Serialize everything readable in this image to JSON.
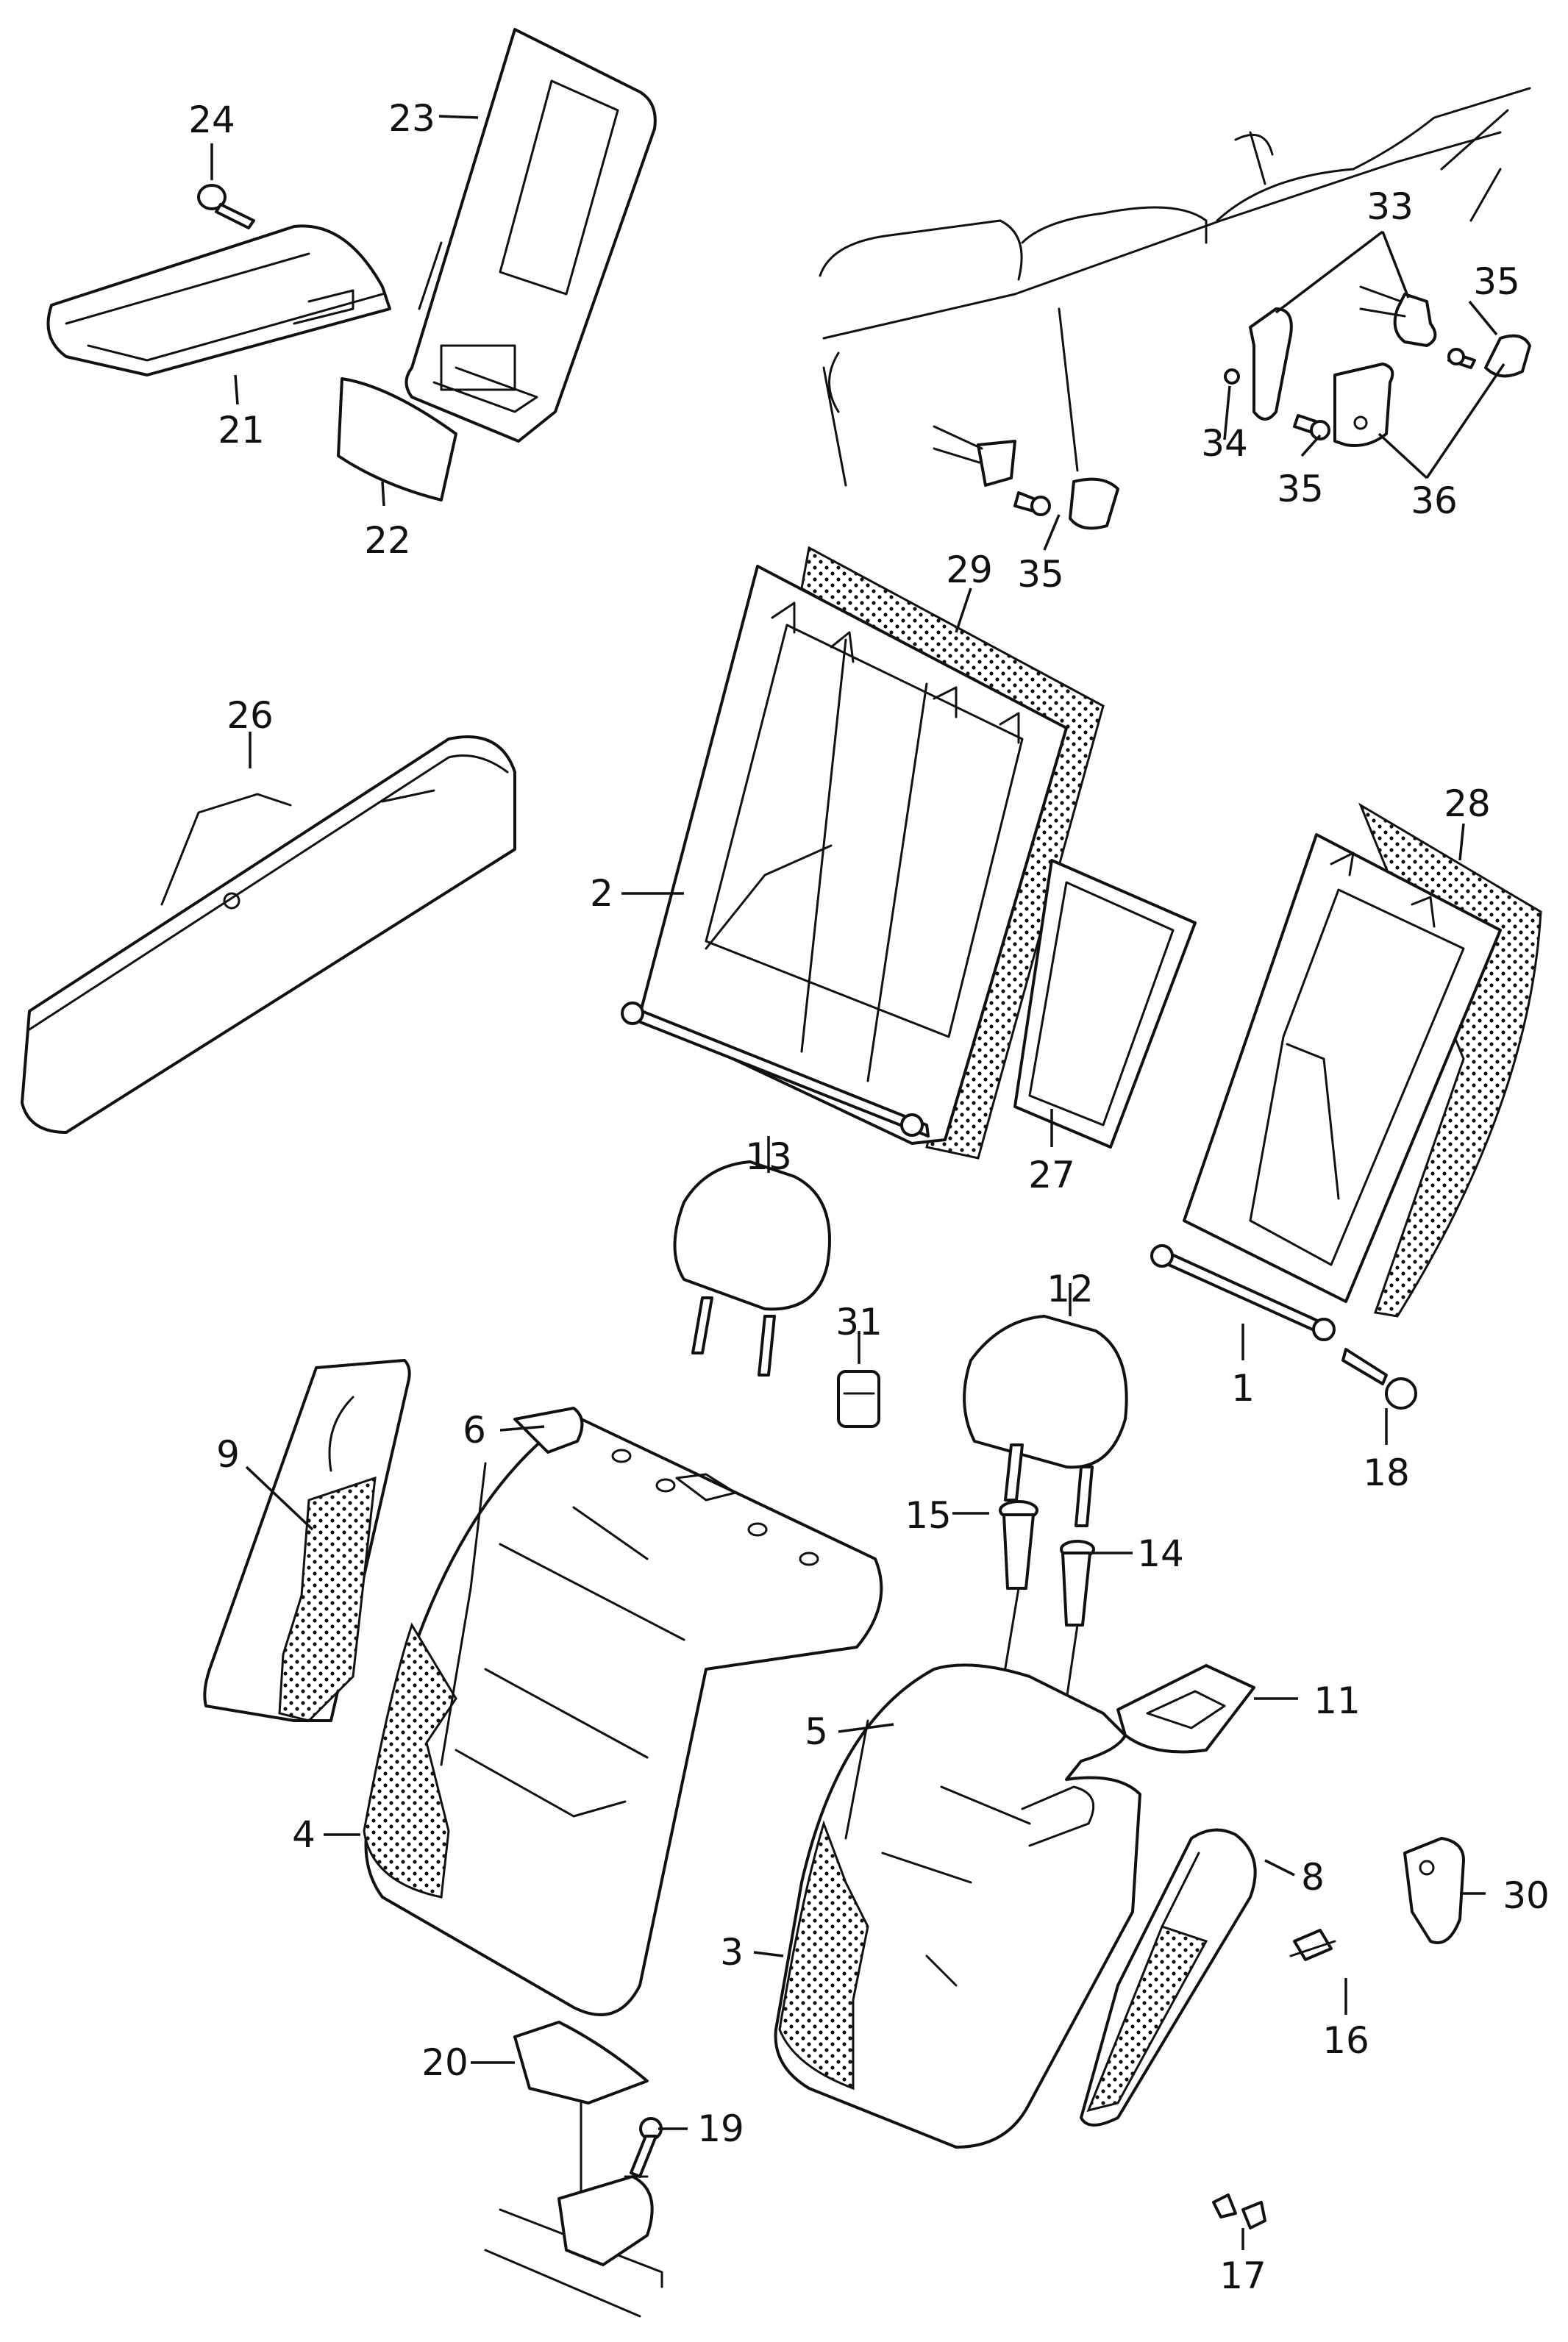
{
  "diagram": {
    "callouts": [
      {
        "id": "c24",
        "label": "24"
      },
      {
        "id": "c23",
        "label": "23"
      },
      {
        "id": "c21",
        "label": "21"
      },
      {
        "id": "c22",
        "label": "22"
      },
      {
        "id": "c33",
        "label": "33"
      },
      {
        "id": "c35a",
        "label": "35"
      },
      {
        "id": "c34",
        "label": "34"
      },
      {
        "id": "c35b",
        "label": "35"
      },
      {
        "id": "c36",
        "label": "36"
      },
      {
        "id": "c35c",
        "label": "35"
      },
      {
        "id": "c29",
        "label": "29"
      },
      {
        "id": "c26",
        "label": "26"
      },
      {
        "id": "c28",
        "label": "28"
      },
      {
        "id": "c2",
        "label": "2"
      },
      {
        "id": "c27",
        "label": "27"
      },
      {
        "id": "c13",
        "label": "13"
      },
      {
        "id": "c12",
        "label": "12"
      },
      {
        "id": "c31",
        "label": "31"
      },
      {
        "id": "c1",
        "label": "1"
      },
      {
        "id": "c9",
        "label": "9"
      },
      {
        "id": "c6",
        "label": "6"
      },
      {
        "id": "c18",
        "label": "18"
      },
      {
        "id": "c15",
        "label": "15"
      },
      {
        "id": "c14",
        "label": "14"
      },
      {
        "id": "c11",
        "label": "11"
      },
      {
        "id": "c5",
        "label": "5"
      },
      {
        "id": "c4",
        "label": "4"
      },
      {
        "id": "c8",
        "label": "8"
      },
      {
        "id": "c30",
        "label": "30"
      },
      {
        "id": "c3",
        "label": "3"
      },
      {
        "id": "c16",
        "label": "16"
      },
      {
        "id": "c20",
        "label": "20"
      },
      {
        "id": "c19",
        "label": "19"
      },
      {
        "id": "c17",
        "label": "17"
      }
    ]
  }
}
